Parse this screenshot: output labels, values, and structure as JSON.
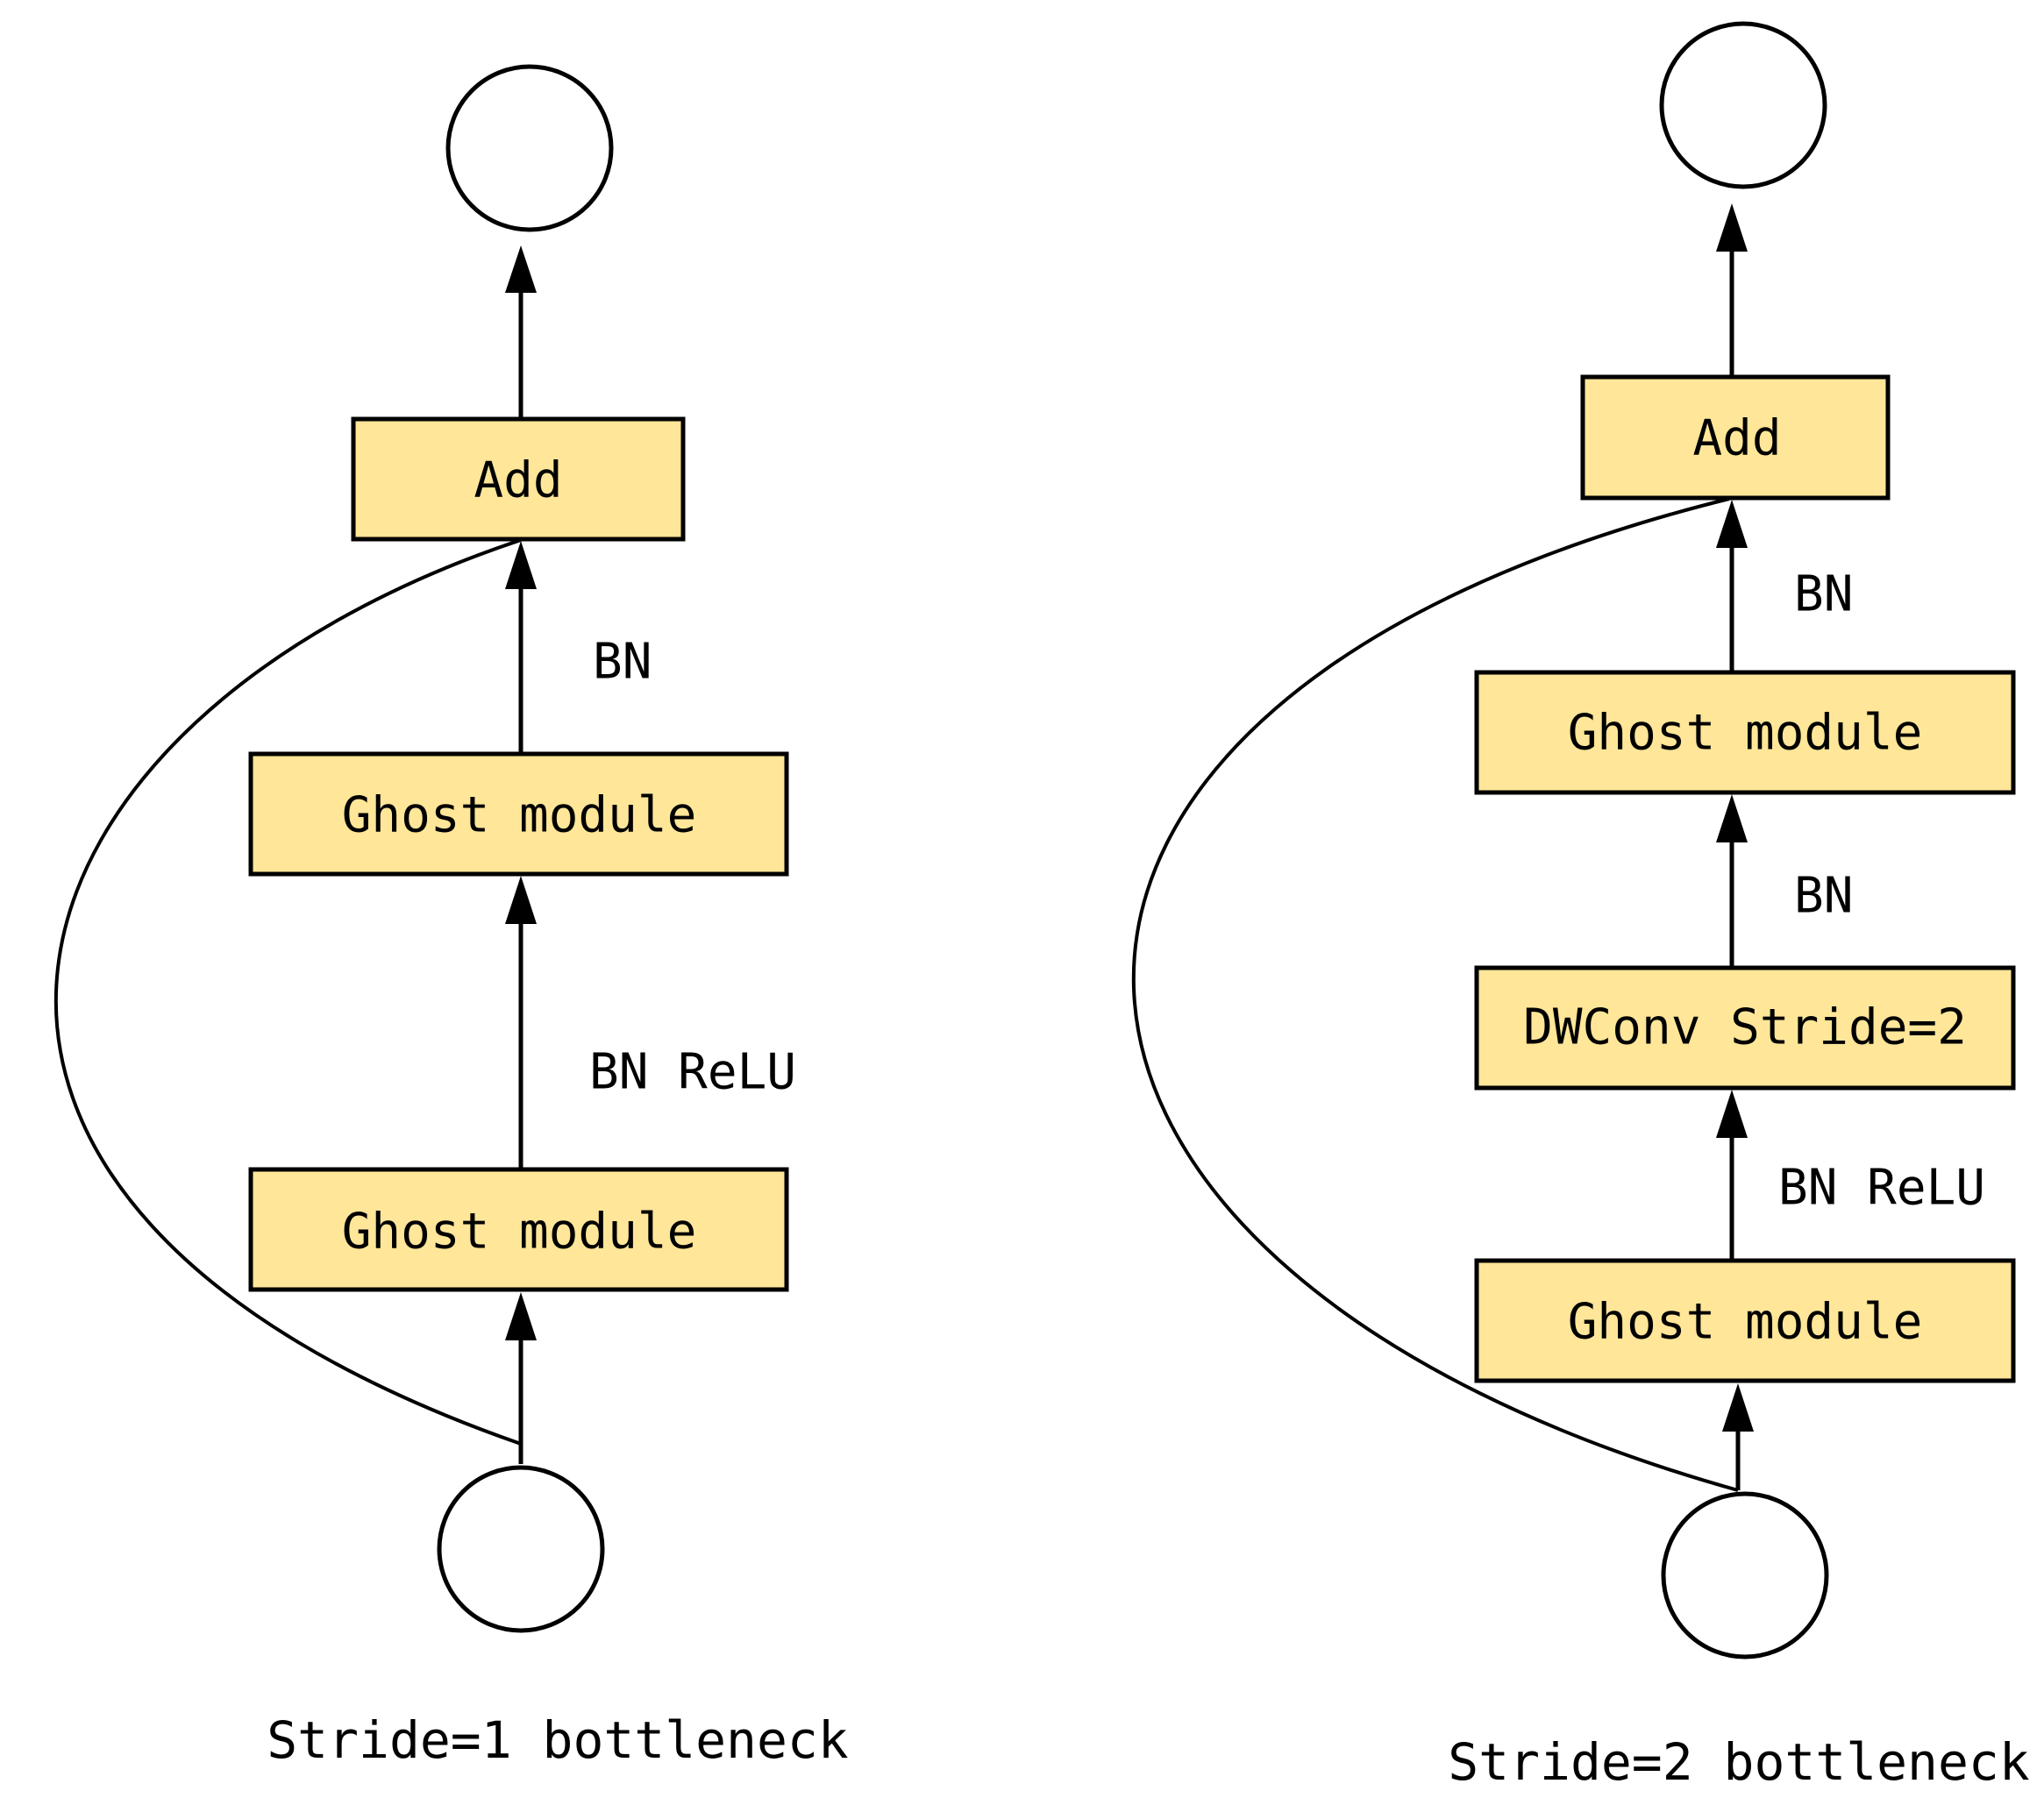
{
  "left": {
    "add": "Add",
    "ghost_upper": "Ghost module",
    "ghost_lower": "Ghost module",
    "edge_bn": "BN",
    "edge_bn_relu": "BN ReLU",
    "caption": "Stride=1 bottleneck"
  },
  "right": {
    "add": "Add",
    "ghost_upper": "Ghost module",
    "dwconv": "DWConv Stride=2",
    "ghost_lower": "Ghost module",
    "edge_bn_top": "BN",
    "edge_bn_mid": "BN",
    "edge_bn_relu": "BN ReLU",
    "caption": "Stride=2 bottleneck"
  },
  "colors": {
    "box_fill": "#FFE699",
    "stroke": "#000000"
  }
}
